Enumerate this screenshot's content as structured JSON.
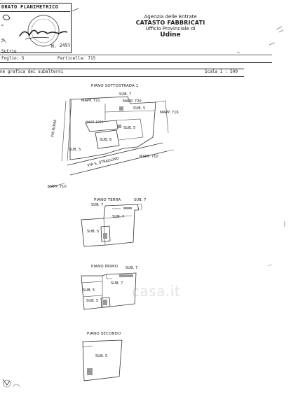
{
  "header": {
    "box_title": "ORATO PLANIMETRICO",
    "stamp_number": "N. 2491",
    "agency_line1": "Agenzia delle Entrate",
    "agency_line2": "CATASTO FABBRICATI",
    "agency_line3": "Ufficio Provinciale di",
    "agency_line4": "Udine"
  },
  "info_bar": {
    "municipality": "Sutrio",
    "foglio": "Foglio: 5",
    "particella": "Particella: 715",
    "section_title": "ne grafica dei subalterni",
    "scale": "Scala 1 : 500"
  },
  "plans": {
    "sottostrada": {
      "title": "PIANO SOTTOSTRADA 1",
      "labels": {
        "sub7": "SUB. 7",
        "mapp721": "MAPP. 721",
        "mapp720": "MAPP. 720",
        "sub5a": "SUB. 5",
        "mapp716": "MAPP. 716",
        "mapp1061": "MAPP. 1061",
        "sub5b": "SUB. 5",
        "via_roma": "VIA ROMA",
        "sub6": "SUB. 6",
        "sub5c": "SUB. 5",
        "via_straulino": "VIA S. STRAULINO",
        "mapp710a": "MAPP. 710",
        "mapp710b": "MAPP. 710"
      }
    },
    "terra": {
      "title": "PIANO TERRA",
      "labels": {
        "sub7a": "SUB. 7",
        "sub7b": "SUB. 7",
        "sub7c": "SUB. 7",
        "sub5": "SUB. 5"
      }
    },
    "primo": {
      "title": "PIANO PRIMO",
      "labels": {
        "sub7a": "SUB. 7",
        "sub7b": "SUB. 7",
        "sub5a": "SUB. 5",
        "sub5b": "SUB. 5"
      }
    },
    "secondo": {
      "title": "PIANO SECONDO",
      "labels": {
        "sub5": "SUB. 5"
      }
    }
  },
  "watermark": "casa.it"
}
